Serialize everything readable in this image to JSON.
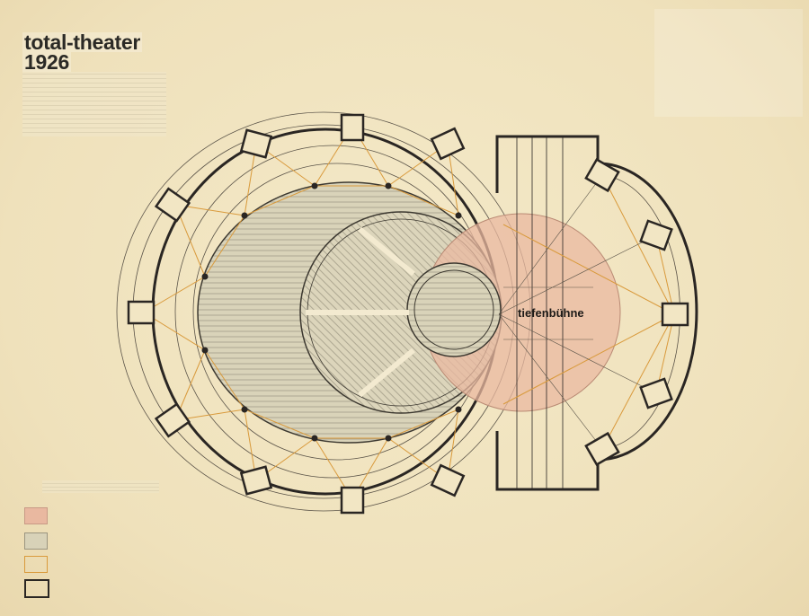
{
  "title": {
    "line1": "total-theater",
    "line2": "1926"
  },
  "stage_label": "tiefenbühne",
  "colors": {
    "stage": "#e9b8a0",
    "auditorium": "#d8d2b8",
    "accent_lines": "#d99a3c",
    "walls": "#2a2623",
    "paper": "#f2e6c4"
  },
  "legend": [
    {
      "swatch": "stage-pink",
      "color": "#e9b8a0"
    },
    {
      "swatch": "seating-grey",
      "color": "#d8d2b8"
    },
    {
      "swatch": "orange-outline",
      "color": "#d99a3c"
    },
    {
      "swatch": "black-outline",
      "color": "#2a2623"
    }
  ]
}
